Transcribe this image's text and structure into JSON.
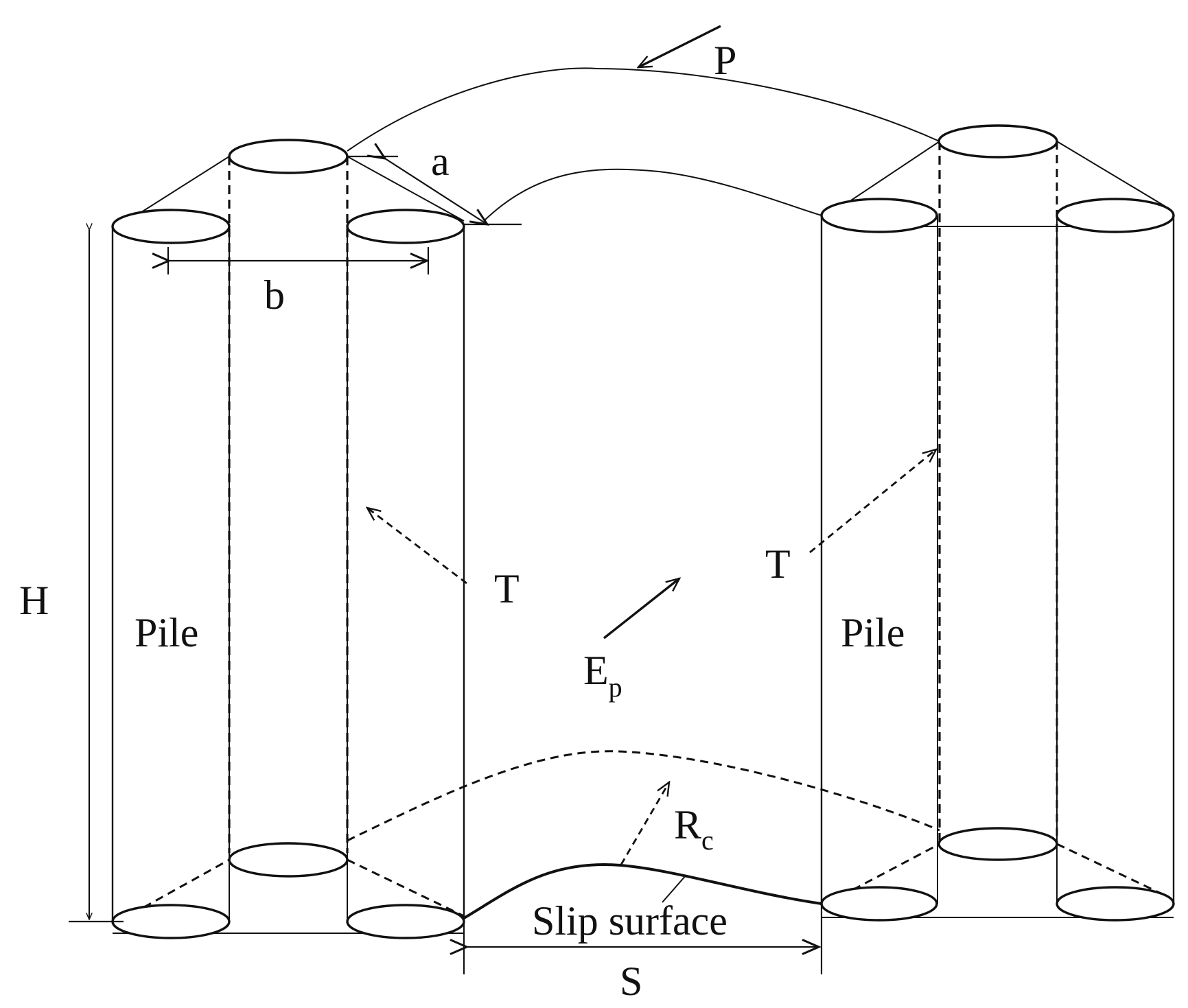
{
  "labels": {
    "force_p": "P",
    "dim_a": "a",
    "dim_b": "b",
    "dim_h": "H",
    "pile_left": "Pile",
    "pile_right": "Pile",
    "tension_left": "T",
    "tension_right": "T",
    "earth_pressure_main": "E",
    "earth_pressure_sub": "p",
    "resistance_main": "R",
    "resistance_sub": "c",
    "slip_surface": "Slip surface",
    "spacing_s": "S"
  },
  "colors": {
    "line": "#111111",
    "background": "#ffffff"
  }
}
